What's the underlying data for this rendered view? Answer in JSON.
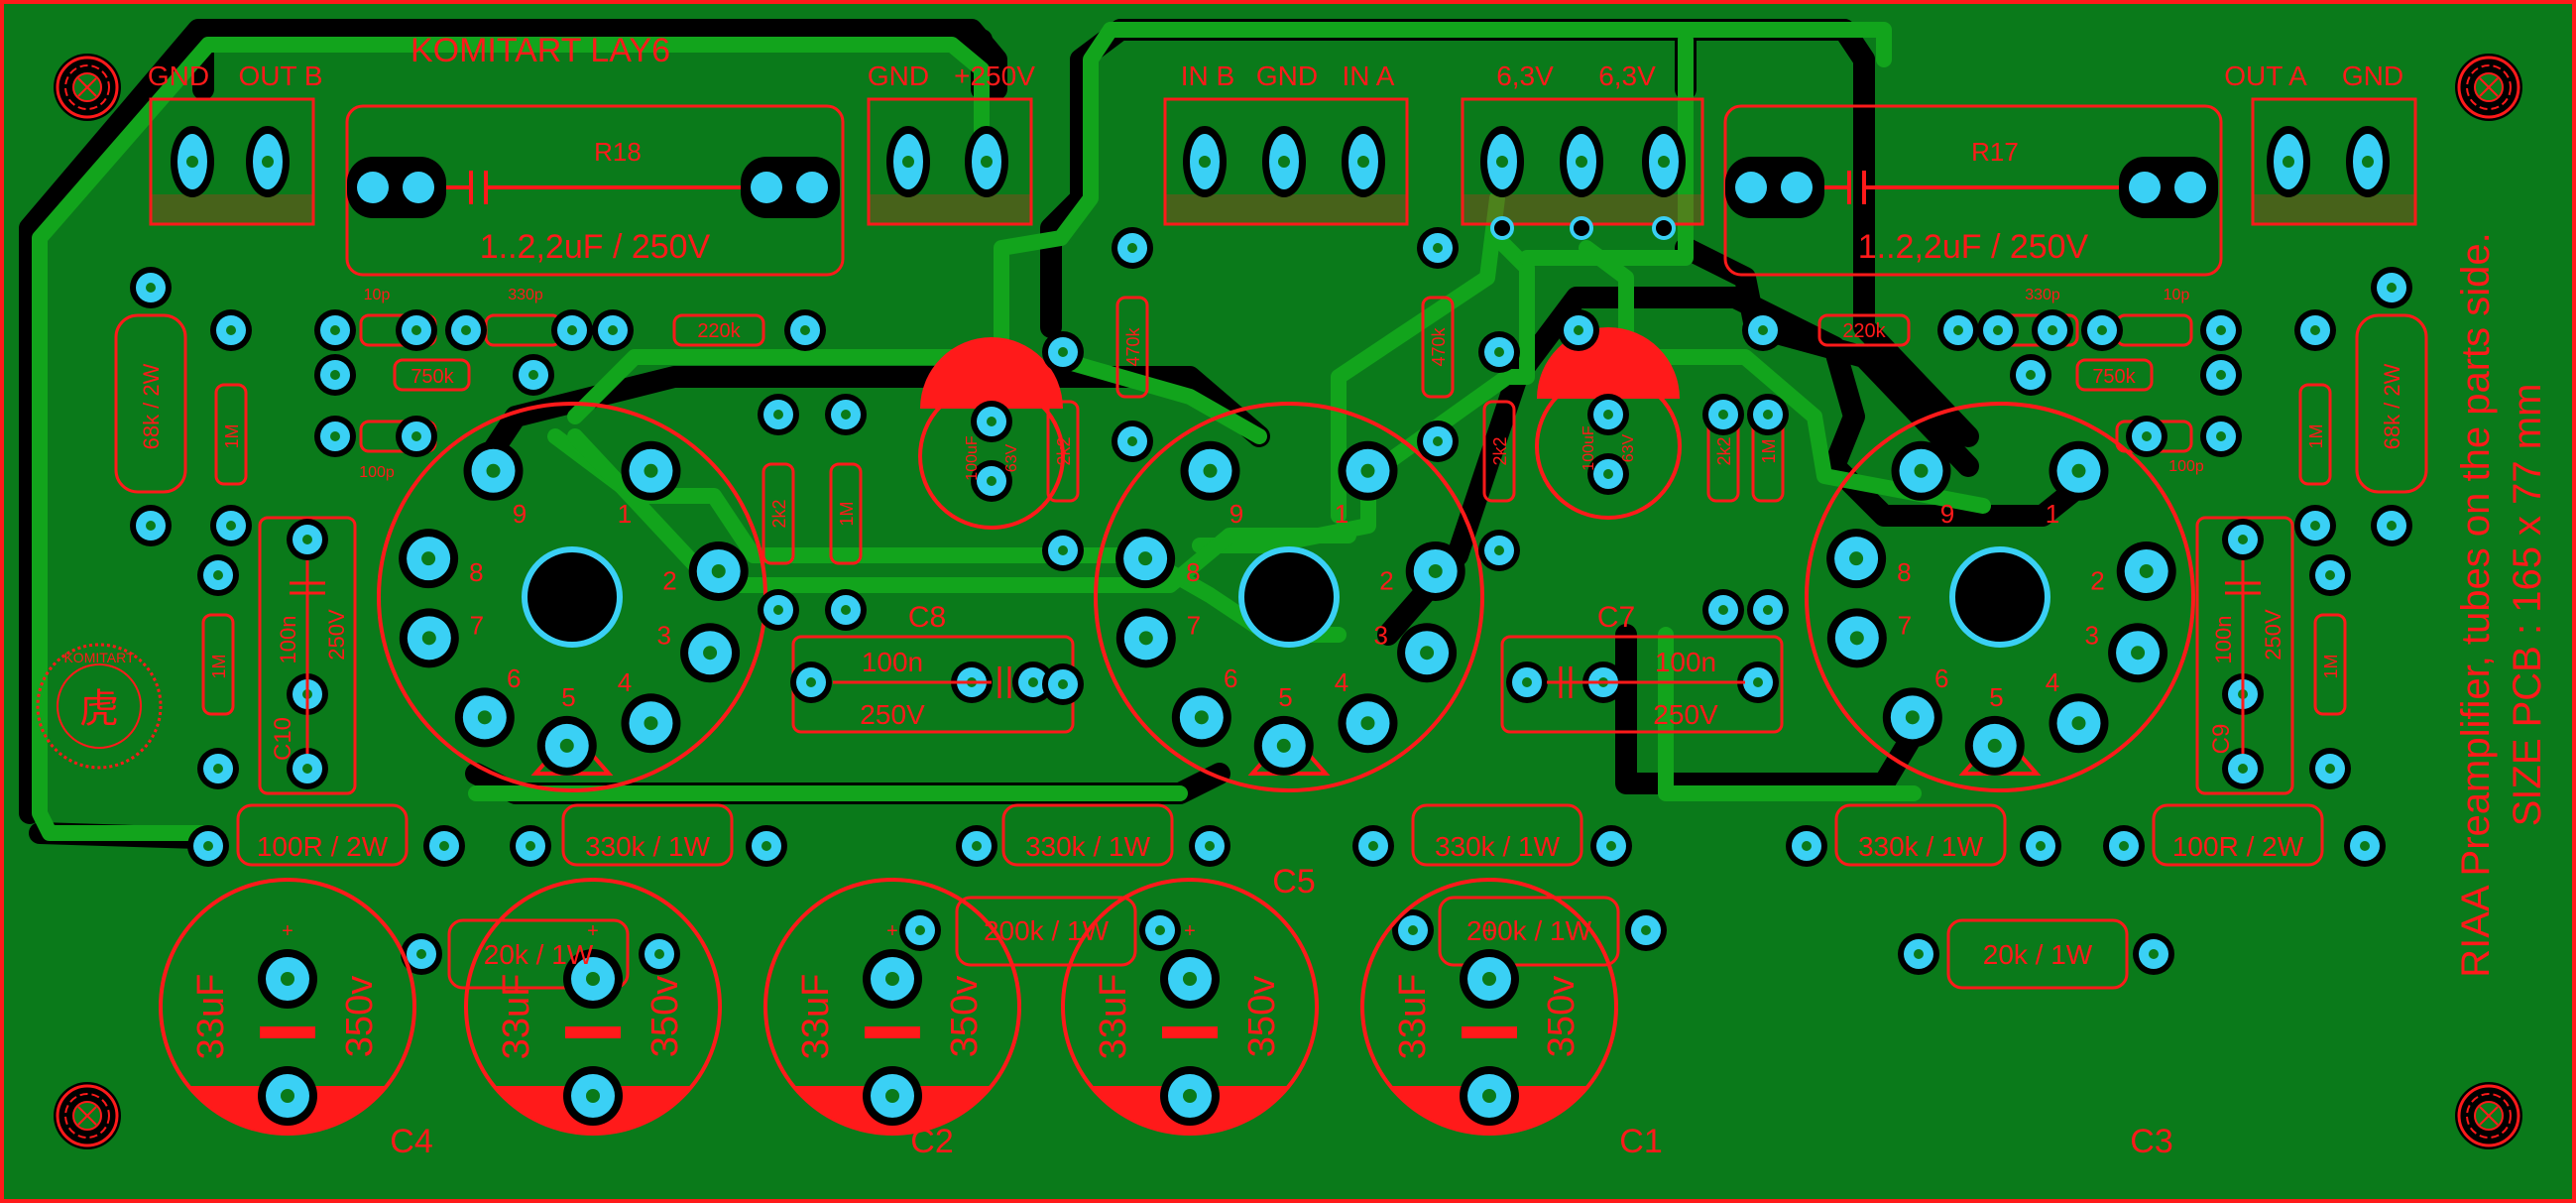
{
  "board": {
    "title": "KOMITART LAY6",
    "side_note": "RIAA Preamplifier, tubes on the parts side.",
    "size_note": "SIZE PCB : 165 x 77 mm",
    "logo_text": "KOMITART",
    "colors": {
      "board": "#0a7a1a",
      "top_copper": "#12a41c",
      "bottom_copper": "#000000",
      "silk": "#ff1a1a",
      "pad": "#3ad0f5"
    }
  },
  "connectors": [
    {
      "id": "j-outb",
      "labels": [
        "GND",
        "OUT B"
      ]
    },
    {
      "id": "j-hv",
      "labels": [
        "GND",
        "+250V"
      ]
    },
    {
      "id": "j-in",
      "labels": [
        "IN B",
        "GND",
        "IN A"
      ]
    },
    {
      "id": "j-heater",
      "labels": [
        "6,3V",
        "6,3V"
      ]
    },
    {
      "id": "j-outa",
      "labels": [
        "OUT A",
        "GND"
      ]
    }
  ],
  "output_caps": [
    {
      "name": "R18",
      "value": "1..2,2uF / 250V"
    },
    {
      "name": "R17",
      "value": "1..2,2uF / 250V"
    }
  ],
  "tubes": [
    {
      "id": "V1",
      "pins": [
        "1",
        "2",
        "3",
        "4",
        "5",
        "6",
        "7",
        "8",
        "9"
      ]
    },
    {
      "id": "V2",
      "pins": [
        "1",
        "2",
        "3",
        "4",
        "5",
        "6",
        "7",
        "8",
        "9"
      ]
    },
    {
      "id": "V3",
      "pins": [
        "1",
        "2",
        "3",
        "4",
        "5",
        "6",
        "7",
        "8",
        "9"
      ]
    }
  ],
  "small_parts": {
    "c_10p": "10p",
    "c_330p": "330p",
    "r_220k": "220k",
    "r_750k": "750k",
    "c_100p": "100p",
    "r_68k": "68k / 2W",
    "r_1m": "1M",
    "r_2k2": "2k2",
    "r_470k": "470k",
    "cap_100u": "100uF",
    "cap_63v": "63V",
    "c8": {
      "name": "C8",
      "value": "100n",
      "voltage": "250V"
    },
    "c7": {
      "name": "C7",
      "value": "100n",
      "voltage": "250V"
    },
    "c10": {
      "name": "C10",
      "value": "100n",
      "voltage": "250V"
    },
    "c9": {
      "name": "C9",
      "value": "100n",
      "voltage": "250V"
    }
  },
  "power_resistors": [
    {
      "label": "100R / 2W"
    },
    {
      "label": "330k / 1W"
    },
    {
      "label": "330k / 1W"
    },
    {
      "label": "330k / 1W"
    },
    {
      "label": "330k / 1W"
    },
    {
      "label": "100R / 2W"
    },
    {
      "label": "20k / 1W"
    },
    {
      "label": "200k / 1W"
    },
    {
      "label": "200k / 1W"
    },
    {
      "label": "20k / 1W"
    }
  ],
  "filter_caps": [
    {
      "name": "C4",
      "value": "33uF",
      "voltage": "350v"
    },
    {
      "name": "C2",
      "value": "33uF",
      "voltage": "350v"
    },
    {
      "name": "C5",
      "value": "33uF",
      "voltage": "350v"
    },
    {
      "name": "C1",
      "value": "33uF",
      "voltage": "350v"
    },
    {
      "name": "C3",
      "value": "33uF",
      "voltage": "350v"
    }
  ]
}
